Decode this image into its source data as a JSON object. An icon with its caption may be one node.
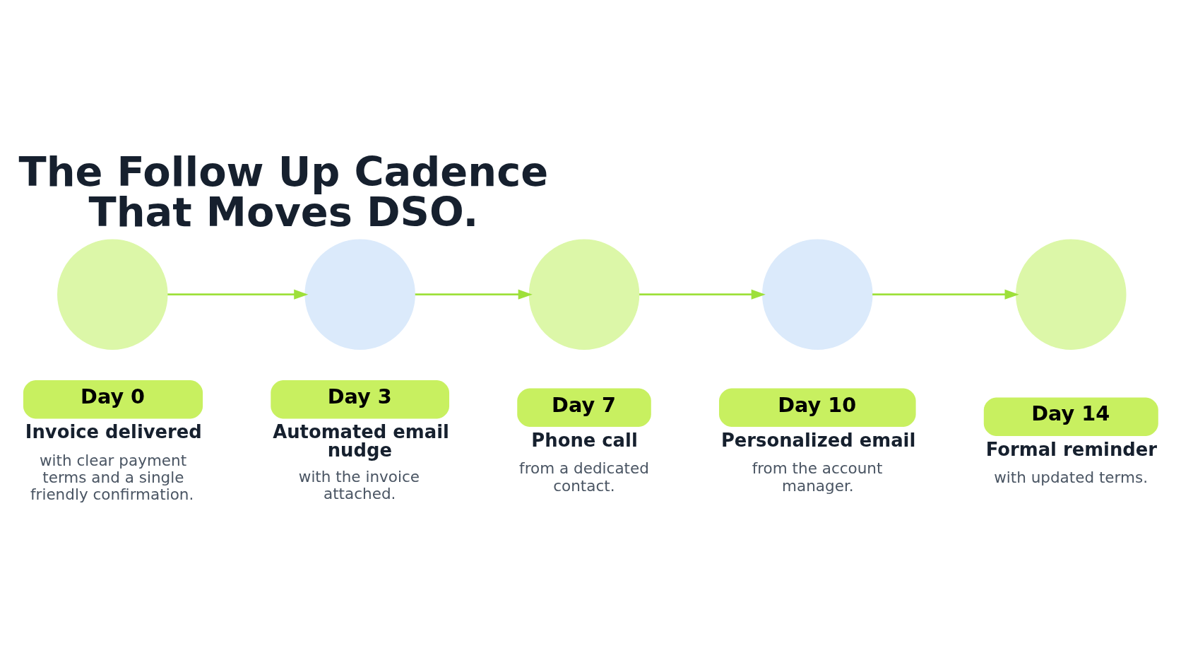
{
  "diagram": {
    "title": "The Follow Up Cadence That Moves DSO.",
    "nodes": [
      {
        "text": [],
        "shape": "circle"
      },
      {
        "text": [],
        "shape": "circle"
      },
      {
        "text": [],
        "shape": "circle"
      },
      {
        "text": [],
        "shape": "circle"
      },
      {
        "text": [],
        "shape": "circle"
      },
      {
        "text": [
          "Day 0"
        ],
        "beside": [
          "Invoice delivered",
          "with clear payment terms and a single friendly confirmation."
        ]
      },
      {
        "text": [
          "Day 3"
        ],
        "beside": [
          "Automated email nudge",
          "with the invoice attached."
        ]
      },
      {
        "text": [
          "Day 7"
        ],
        "beside": [
          "Phone call",
          "from a dedicated contact."
        ]
      },
      {
        "text": [
          "Day 10"
        ],
        "beside": [
          "Personalized email",
          "from the account manager."
        ]
      },
      {
        "text": [
          "Day 14"
        ],
        "beside": [
          "Formal reminder",
          "with updated terms."
        ]
      }
    ],
    "edges": [
      {
        "from": 0,
        "to": 1,
        "arrow": "to"
      },
      {
        "from": 1,
        "to": 2,
        "arrow": "to"
      },
      {
        "from": 2,
        "to": 3,
        "arrow": "to"
      },
      {
        "from": 3,
        "to": 4,
        "arrow": "to"
      }
    ]
  }
}
